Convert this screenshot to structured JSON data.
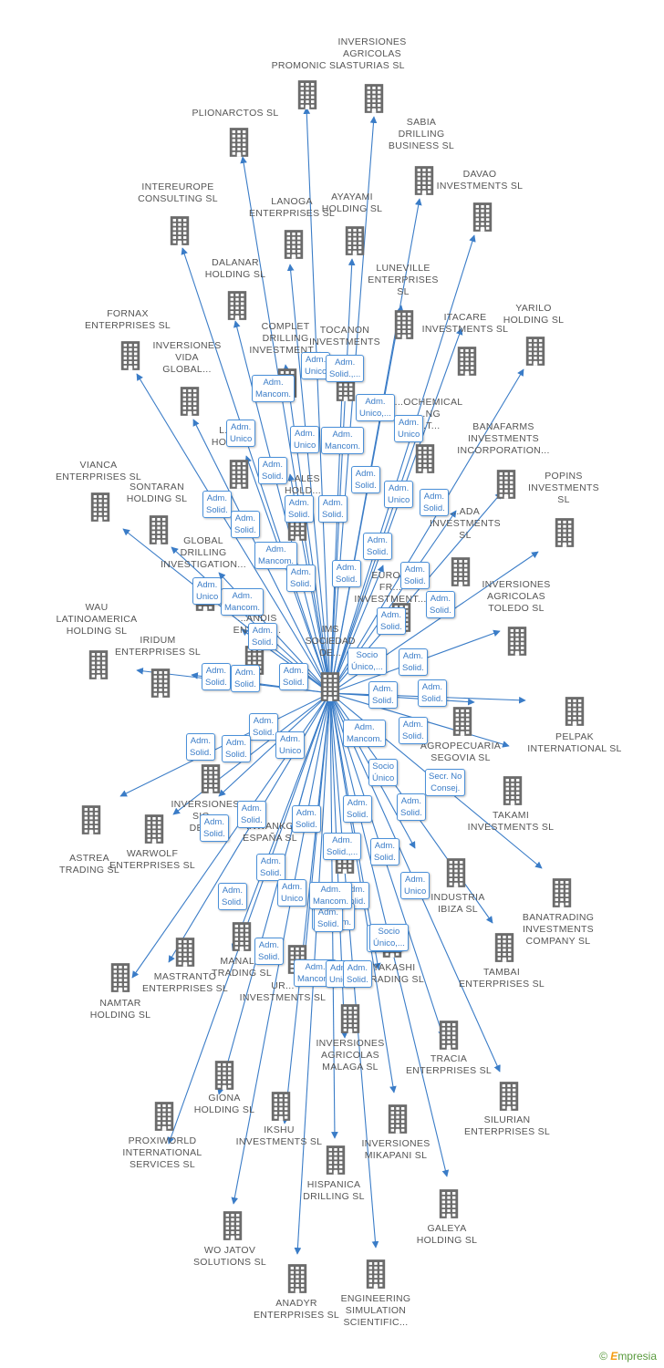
{
  "center": {
    "label": "IMS\nSOCIEDAD\nDE..."
  },
  "nodes": [
    {
      "label": "INVERSIONES\nAGRICOLAS\nASTURIAS SL"
    },
    {
      "label": "PROMONIC SL"
    },
    {
      "label": "PLIONARCTOS SL"
    },
    {
      "label": "SABIA\nDRILLING\nBUSINESS SL"
    },
    {
      "label": "INTEREUROPE\nCONSULTING SL"
    },
    {
      "label": "DAVAO\nINVESTMENTS SL"
    },
    {
      "label": "AYAYAMI\nHOLDING SL"
    },
    {
      "label": "LANOGA\nENTERPRISES SL"
    },
    {
      "label": "DALANAR\nHOLDING SL"
    },
    {
      "label": "LUNEVILLE\nENTERPRISES\nSL"
    },
    {
      "label": "YARILO\nHOLDING SL"
    },
    {
      "label": "FORNAX\nENTERPRISES SL"
    },
    {
      "label": "ITACARE\nINVESTMENTS SL"
    },
    {
      "label": "INVERSIONES\nVIDA\nGLOBAL..."
    },
    {
      "label": "COMPLET\nDRILLING\nINVESTMENT..."
    },
    {
      "label": "TOCANON\nINVESTMENTS"
    },
    {
      "label": "BANAFARMS\nINVESTMENTS\nINCORPORATION..."
    },
    {
      "label": "POPINS\nINVESTMENTS\nSL"
    },
    {
      "label": "VIANCA\nENTERPRISES SL"
    },
    {
      "label": "SONTARAN\nHOLDING SL"
    },
    {
      "label": "GLOBAL\nDRILLING\nINVESTIGATION..."
    },
    {
      "label": "INVERSIONES\nAGRICOLAS\nTOLEDO SL"
    },
    {
      "label": "WAU\nLATINOAMERICA\nHOLDING SL"
    },
    {
      "label": "IRIDUM\nENTERPRISES SL"
    },
    {
      "label": "PELPAK\nINTERNATIONAL SL"
    },
    {
      "label": "AGROPECUARIA\nSEGOVIA SL"
    },
    {
      "label": "TAKAMI\nINVESTMENTS SL"
    },
    {
      "label": "ASTREA\nTRADING SL"
    },
    {
      "label": "WARWOLF\nENTERPRISES SL"
    },
    {
      "label": "INVERSIONES\nSIC...\nDE A..."
    },
    {
      "label": "INDUSTRIA\nIBIZA SL"
    },
    {
      "label": "BANATRADING\nINVESTMENTS\nCOMPANY SL"
    },
    {
      "label": "TAMBAI\nENTERPRISES SL"
    },
    {
      "label": "MASTRANTO\nENTERPRISES SL"
    },
    {
      "label": "NAMTAR\nHOLDING SL"
    },
    {
      "label": "MANAL...\nTRADING SL"
    },
    {
      "label": "YAKASHI\nTRADING SL"
    },
    {
      "label": "INVERSIONES\nAGRICOLAS\nMALAGA SL"
    },
    {
      "label": "TRACIA\nENTERPRISES SL"
    },
    {
      "label": "SILURIAN\nENTERPRISES SL"
    },
    {
      "label": "GIONA\nHOLDING SL"
    },
    {
      "label": "IKSHU\nINVESTMENTS SL"
    },
    {
      "label": "INVERSIONES\nMIKAPANI SL"
    },
    {
      "label": "PROXIWORLD\nINTERNATIONAL\nSERVICES SL"
    },
    {
      "label": "HISPANICA\nDRILLING SL"
    },
    {
      "label": "GALEYA\nHOLDING SL"
    },
    {
      "label": "WO JATOV\nSOLUTIONS SL"
    },
    {
      "label": "ANADYR\nENTERPRISES SL"
    },
    {
      "label": "ENGINEERING\nSIMULATION\nSCIENTIFIC..."
    },
    {
      "label": "UR...\nINVESTMENTS SL"
    },
    {
      "label": "EURO...\nFR...\nINVESTMENT..."
    },
    {
      "label": "...ADA\nINVESTMENTS\nSL"
    },
    {
      "label": "...OCHEMICAL\n...NG\n...T..."
    },
    {
      "label": "L...\nHOL..."
    },
    {
      "label": "...ALES\nHOLD..."
    },
    {
      "label": "...ANDIS\nENTERP..."
    },
    {
      "label": "INWANKO\nESPAÑA SL"
    }
  ],
  "edge_labels": [
    "Adm.\nUnico",
    "Adm.\nSolid.,...",
    "Adm.\nMancom.",
    "Adm.\nUnico,...",
    "Adm.\nUnico",
    "Adm.\nUnico",
    "Adm.\nUnico",
    "Adm.\nMancom.",
    "Adm.\nSolid.",
    "Adm.\nSolid.",
    "Adm.\nSolid.",
    "Adm.\nSolid.",
    "Adm.\nUnico",
    "Adm.\nMancom.",
    "Adm.\nSolid.",
    "Adm.\nSolid.",
    "Adm.\nSolid.",
    "Adm.\nSolid.",
    "Adm.\nSolid.",
    "Adm.\nSolid.",
    "Adm.\nMancom.",
    "Adm.\nSolid.",
    "Adm.\nSolid.",
    "Adm.\nSolid.",
    "Adm.\nSolid.",
    "Adm.\nUnico",
    "Adm.\nSolid.",
    "Adm.\nSolid.",
    "Adm.\nSolid.",
    "Socio\nÚnico,...",
    "Adm.\nSolid.",
    "Adm.\nSolid.",
    "Adm.\nSolid.",
    "Adm.\nSolid.",
    "Adm.\nSolid.",
    "Adm.\nSolid.",
    "Adm.\nUnico",
    "Adm.\nMancom.",
    "Adm.\nSolid.",
    "Socio\nÚnico",
    "Secr. No\nConsej.",
    "Adm.\nSolid.",
    "Adm.\nSolid.",
    "Adm.\nSolid.",
    "Adm.\nSolid.",
    "Adm.\nSolid.",
    "Adm.\nSolid.",
    "Adm.\nSolid.,...",
    "Adm.\nSolid.",
    "Adm.\nUnico",
    "Adm.\nSolid.",
    "Adm.\nSolid.",
    "Adm.\nUnico",
    "Adm.\nMancom.",
    "No\nConsej.",
    "Adm.\nSolid.",
    "Adm.\nMancom.",
    "Adm.\nUnico",
    "Adm.\nSolid.",
    "Socio\nÚnico,...",
    "Adm.\nSolid.",
    "Adm.\nMancom."
  ],
  "copyright": {
    "symbol": "©",
    "brand_first": "E",
    "brand_rest": "mpresia"
  },
  "colors": {
    "edge": "#3a7cc7",
    "icon": "#6b6b6b",
    "label": "#555555"
  }
}
